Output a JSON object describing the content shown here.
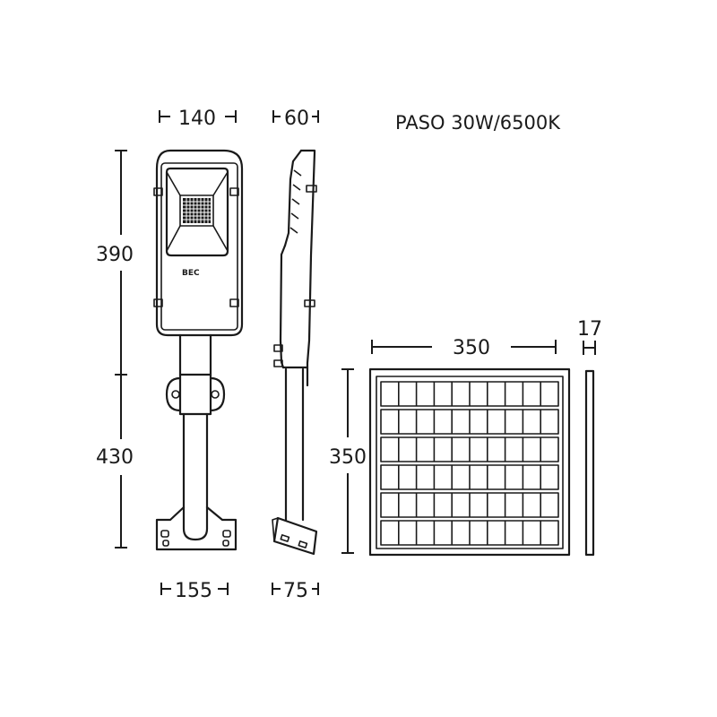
{
  "title": "PASO 30W/6500K",
  "logo_text": "BEC",
  "dimensions": {
    "lamp_width": "140",
    "side_depth": "60",
    "lamp_height": "390",
    "pole_height": "430",
    "base_width": "155",
    "base_depth": "75",
    "panel_width": "350",
    "panel_height": "350",
    "panel_thickness": "17"
  },
  "panel_grid": {
    "columns": 10,
    "rows": 6
  }
}
